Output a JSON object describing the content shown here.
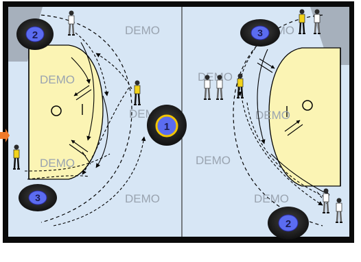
{
  "watermark": "DEMO",
  "badges": {
    "badge_1": "1",
    "badge_2": "2",
    "badge_3": "3"
  },
  "colors": {
    "court_floor": "#d7e6f5",
    "goal_area": "#fbf4b4",
    "court_line": "#000000",
    "badge_disc": "#1b1b1b",
    "badge_number": "#3f4fd9",
    "center_badge_ring": "#f2c500",
    "referee_shirt": "#f2d21a",
    "player_kit": "#ffffff",
    "pointer": "#f07a2a",
    "watermark": "#9aa4b0"
  },
  "icons": {
    "referee": "referee-figure-icon",
    "player": "player-figure-icon",
    "badge": "numbered-disc-icon",
    "pointer": "arrow-pointer-icon"
  }
}
